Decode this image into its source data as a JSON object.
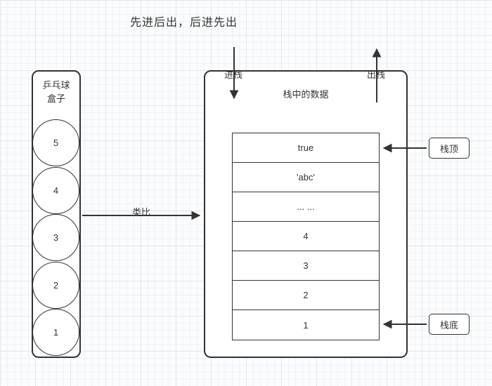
{
  "title": "先进后出，后进先出",
  "ball_box": {
    "label": [
      "乒乓球",
      "盒子"
    ],
    "balls": [
      "5",
      "4",
      "3",
      "2",
      "1"
    ]
  },
  "analogy": {
    "label": "类比"
  },
  "stack": {
    "title": "栈中的数据",
    "push_label": "进栈",
    "pop_label": "出栈",
    "cells": [
      "true",
      "'abc'",
      "... ...",
      "4",
      "3",
      "2",
      "1"
    ]
  },
  "pointers": {
    "top": "栈顶",
    "bottom": "栈底"
  },
  "colors": {
    "stroke": "#333333",
    "shape_fill": "#ffffff",
    "grid_minor": "#eef3f7",
    "grid_major": "#dfe7ee"
  }
}
